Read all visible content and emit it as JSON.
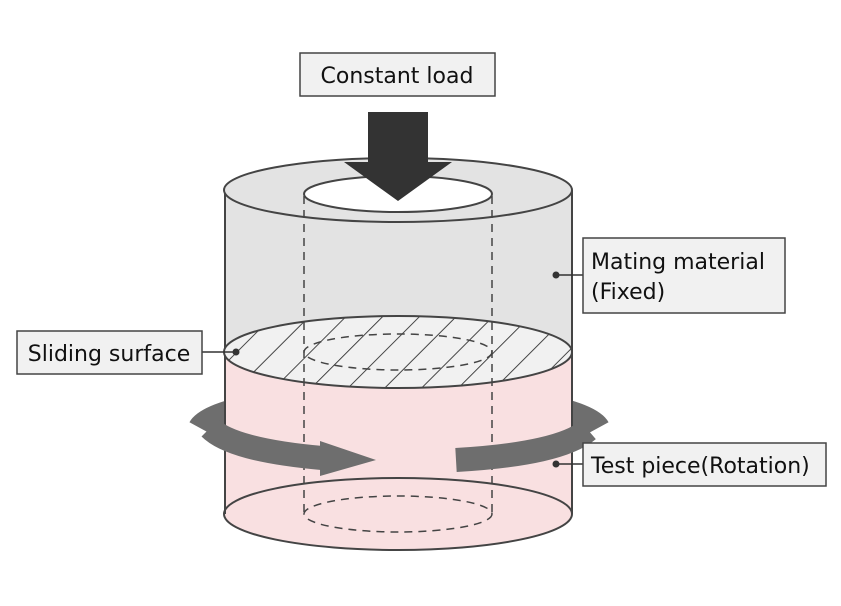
{
  "labels": {
    "load": "Constant load",
    "mating_line1": "Mating material",
    "mating_line2": "(Fixed)",
    "sliding": "Sliding surface",
    "test_piece": "Test piece(Rotation)"
  },
  "colors": {
    "mating_fill": "#e3e3e3",
    "test_fill": "#f9e0e1",
    "sliding_fill": "#f1f1f1",
    "arrow_dark": "#333333",
    "rotation_arrow": "#6e6e6e",
    "outline": "#444444",
    "label_bg": "#f1f1f1"
  }
}
